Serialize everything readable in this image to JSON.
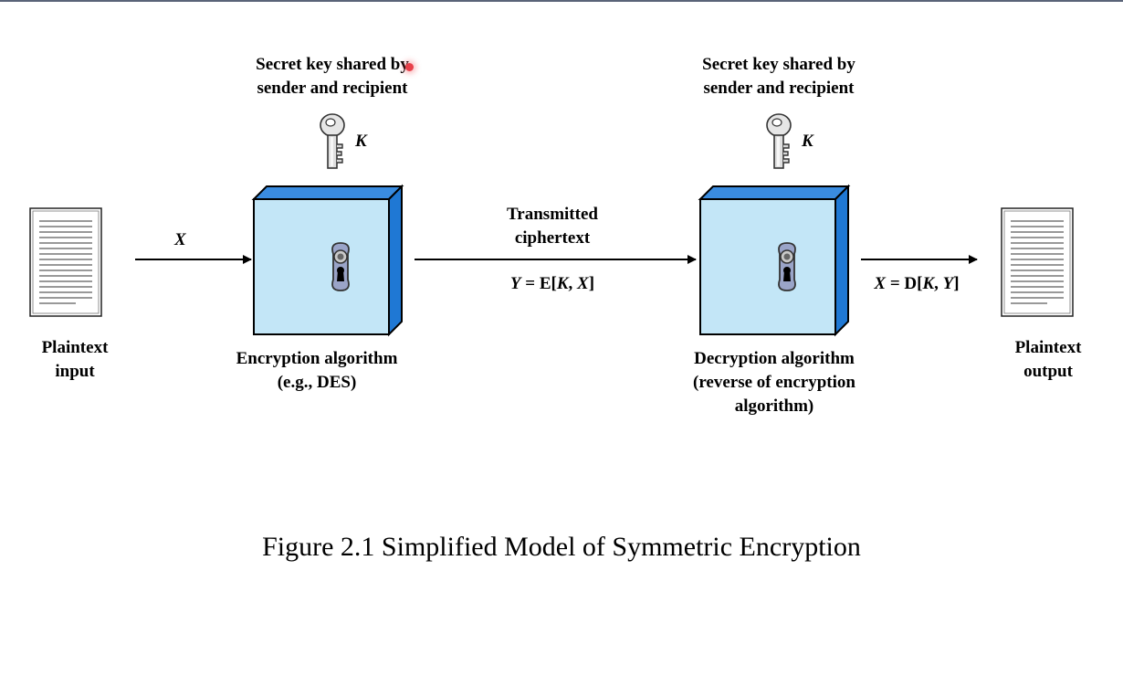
{
  "key_labels": {
    "left": {
      "line1": "Secret key shared by",
      "line2": "sender and recipient",
      "symbol": "K"
    },
    "right": {
      "line1": "Secret key shared by",
      "line2": "sender and recipient",
      "symbol": "K"
    }
  },
  "plaintext_input": {
    "line1": "Plaintext",
    "line2": "input"
  },
  "plaintext_output": {
    "line1": "Plaintext",
    "line2": "output"
  },
  "input_var": "X",
  "encryption": {
    "line1": "Encryption algorithm",
    "line2": "(e.g., DES)"
  },
  "decryption": {
    "line1": "Decryption algorithm",
    "line2": "(reverse of encryption",
    "line3": "algorithm)"
  },
  "channel": {
    "line1": "Transmitted",
    "line2": "ciphertext",
    "y_name": "Y",
    "formula_prefix": "= E[",
    "k": "K",
    "sep": ", ",
    "x": "X",
    "close": "]"
  },
  "output_formula": {
    "x_name": "X",
    "prefix": "= D[",
    "k": "K",
    "sep": ", ",
    "y": "Y",
    "close": "]"
  },
  "caption": "Figure 2.1  Simplified Model of Symmetric Encryption",
  "colors": {
    "box_face": "#c3e6f7",
    "box_side": "#1f78d4",
    "box_top": "#3a8ce0",
    "lock": "#9aa4c8",
    "topline": "#5a6478",
    "cursor": "#e8404a"
  },
  "icons": [
    "document-icon",
    "key-icon",
    "keyhole-lock-icon",
    "arrow-icon"
  ]
}
